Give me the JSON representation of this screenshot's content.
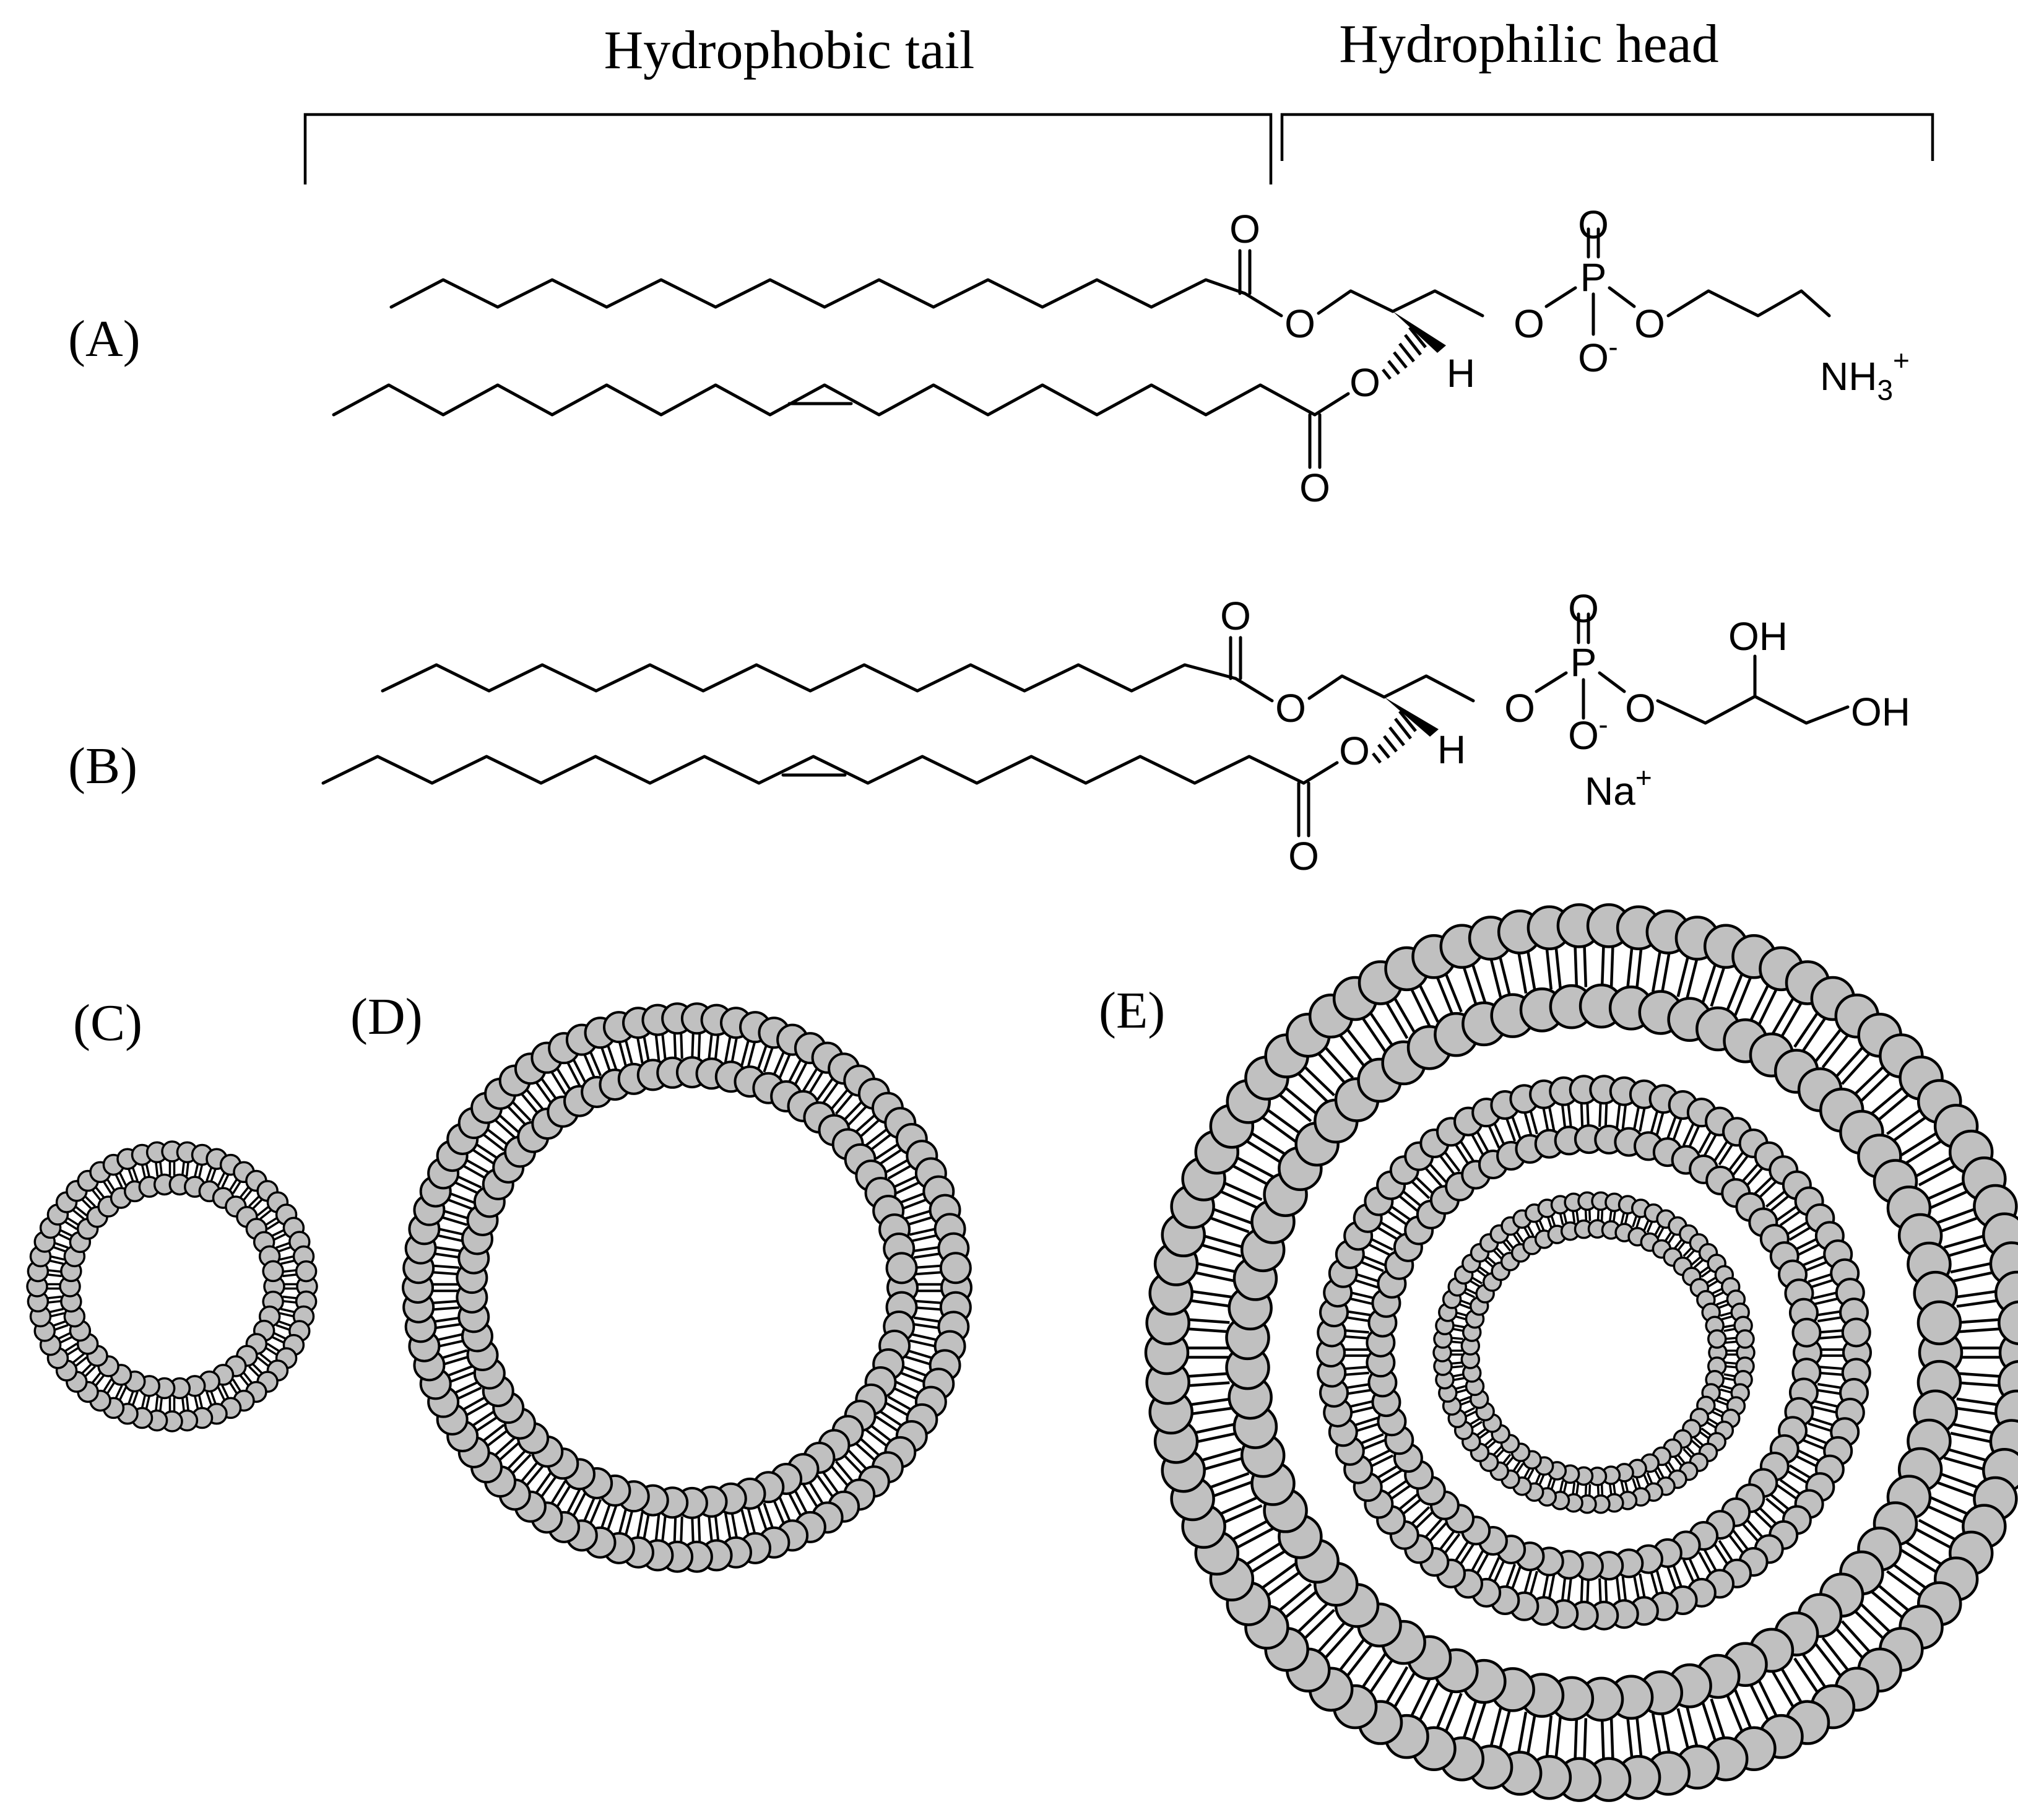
{
  "header": {
    "tail_label": "Hydrophobic tail",
    "head_label": "Hydrophilic head"
  },
  "panels": {
    "A": "(A)",
    "B": "(B)",
    "C": "(C)",
    "D": "(D)",
    "E": "(E)"
  },
  "atoms": {
    "O": "O",
    "P": "P",
    "H": "H",
    "OH": "OH",
    "O_minus": "-",
    "NH3": "NH",
    "NH3_sub": "3",
    "NH3_sup": "+",
    "Na": "Na",
    "Na_sup": "+"
  },
  "colors": {
    "lipid_head_fill": "#c0c0c0",
    "outline": "#000000",
    "background": "#ffffff"
  }
}
